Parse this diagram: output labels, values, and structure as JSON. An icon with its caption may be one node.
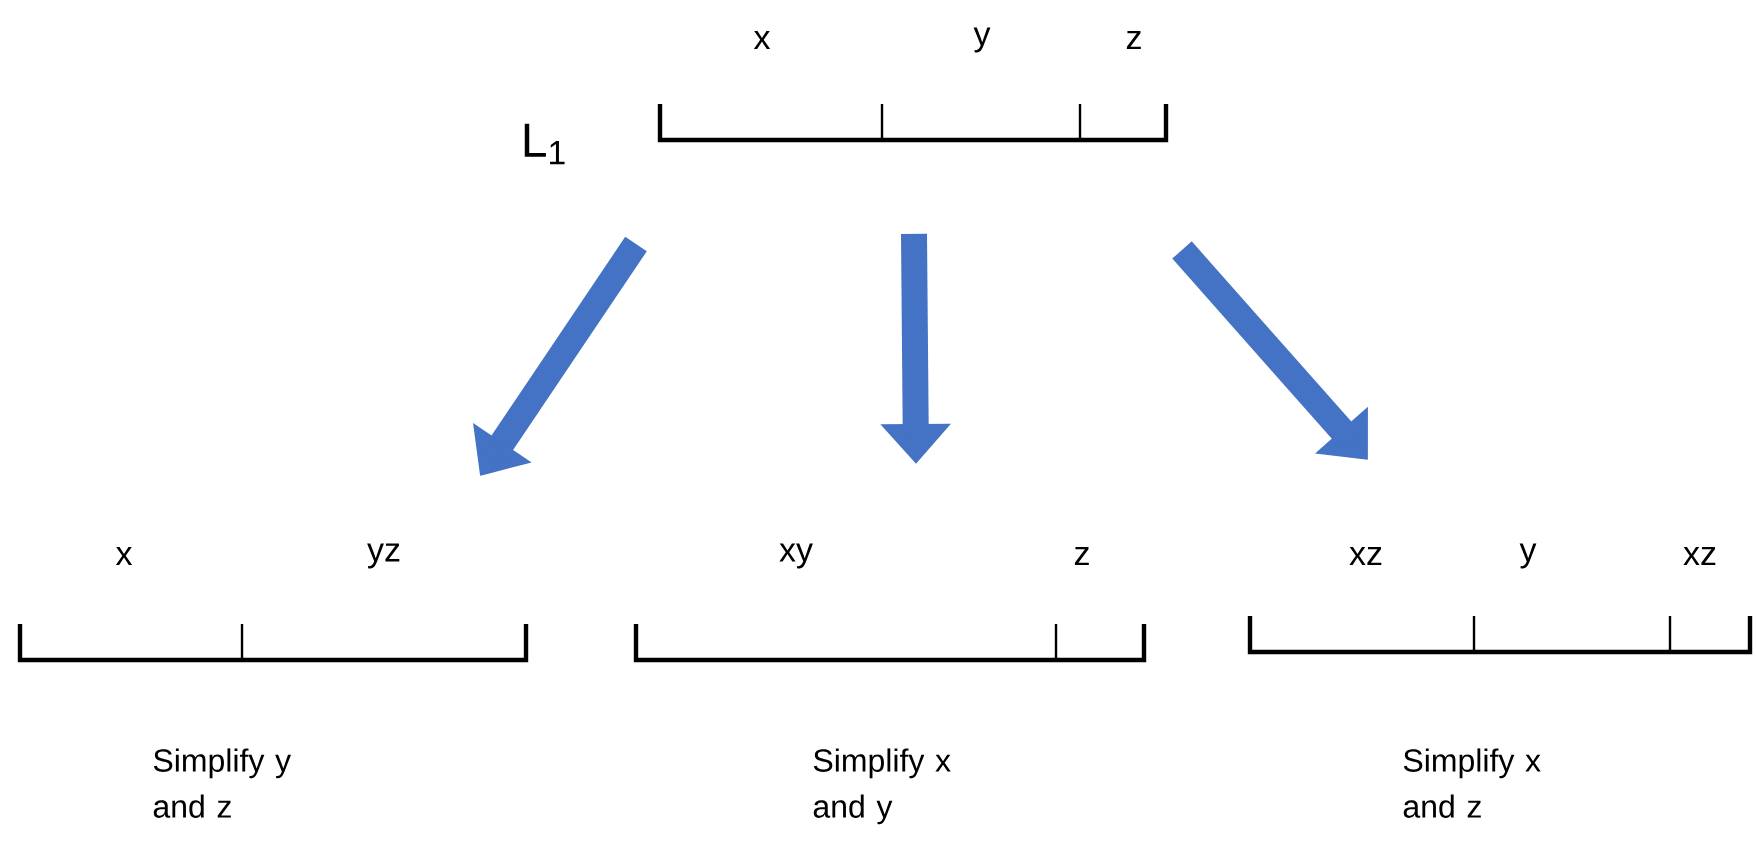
{
  "diagram": {
    "nodes": [
      {
        "text": [],
        "shape": "bar",
        "beside": [
          "L$_{1}$",
          "x",
          "y",
          "z"
        ]
      },
      {
        "text": [],
        "shape": "bar",
        "beside": [
          "x",
          "yz",
          "Simplify y and z"
        ]
      },
      {
        "text": [],
        "shape": "bar",
        "beside": [
          "xy",
          "z",
          "Simplify x and y"
        ]
      },
      {
        "text": [],
        "shape": "bar",
        "beside": [
          "xz",
          "y",
          "xz",
          "Simplify x and z"
        ]
      }
    ],
    "edges": [
      {
        "from": 0,
        "to": 1,
        "arrow": "to",
        "color": "#4472c4"
      },
      {
        "from": 0,
        "to": 2,
        "arrow": "to",
        "color": "#4472c4"
      },
      {
        "from": 0,
        "to": 3,
        "arrow": "to",
        "color": "#4472c4"
      }
    ]
  }
}
